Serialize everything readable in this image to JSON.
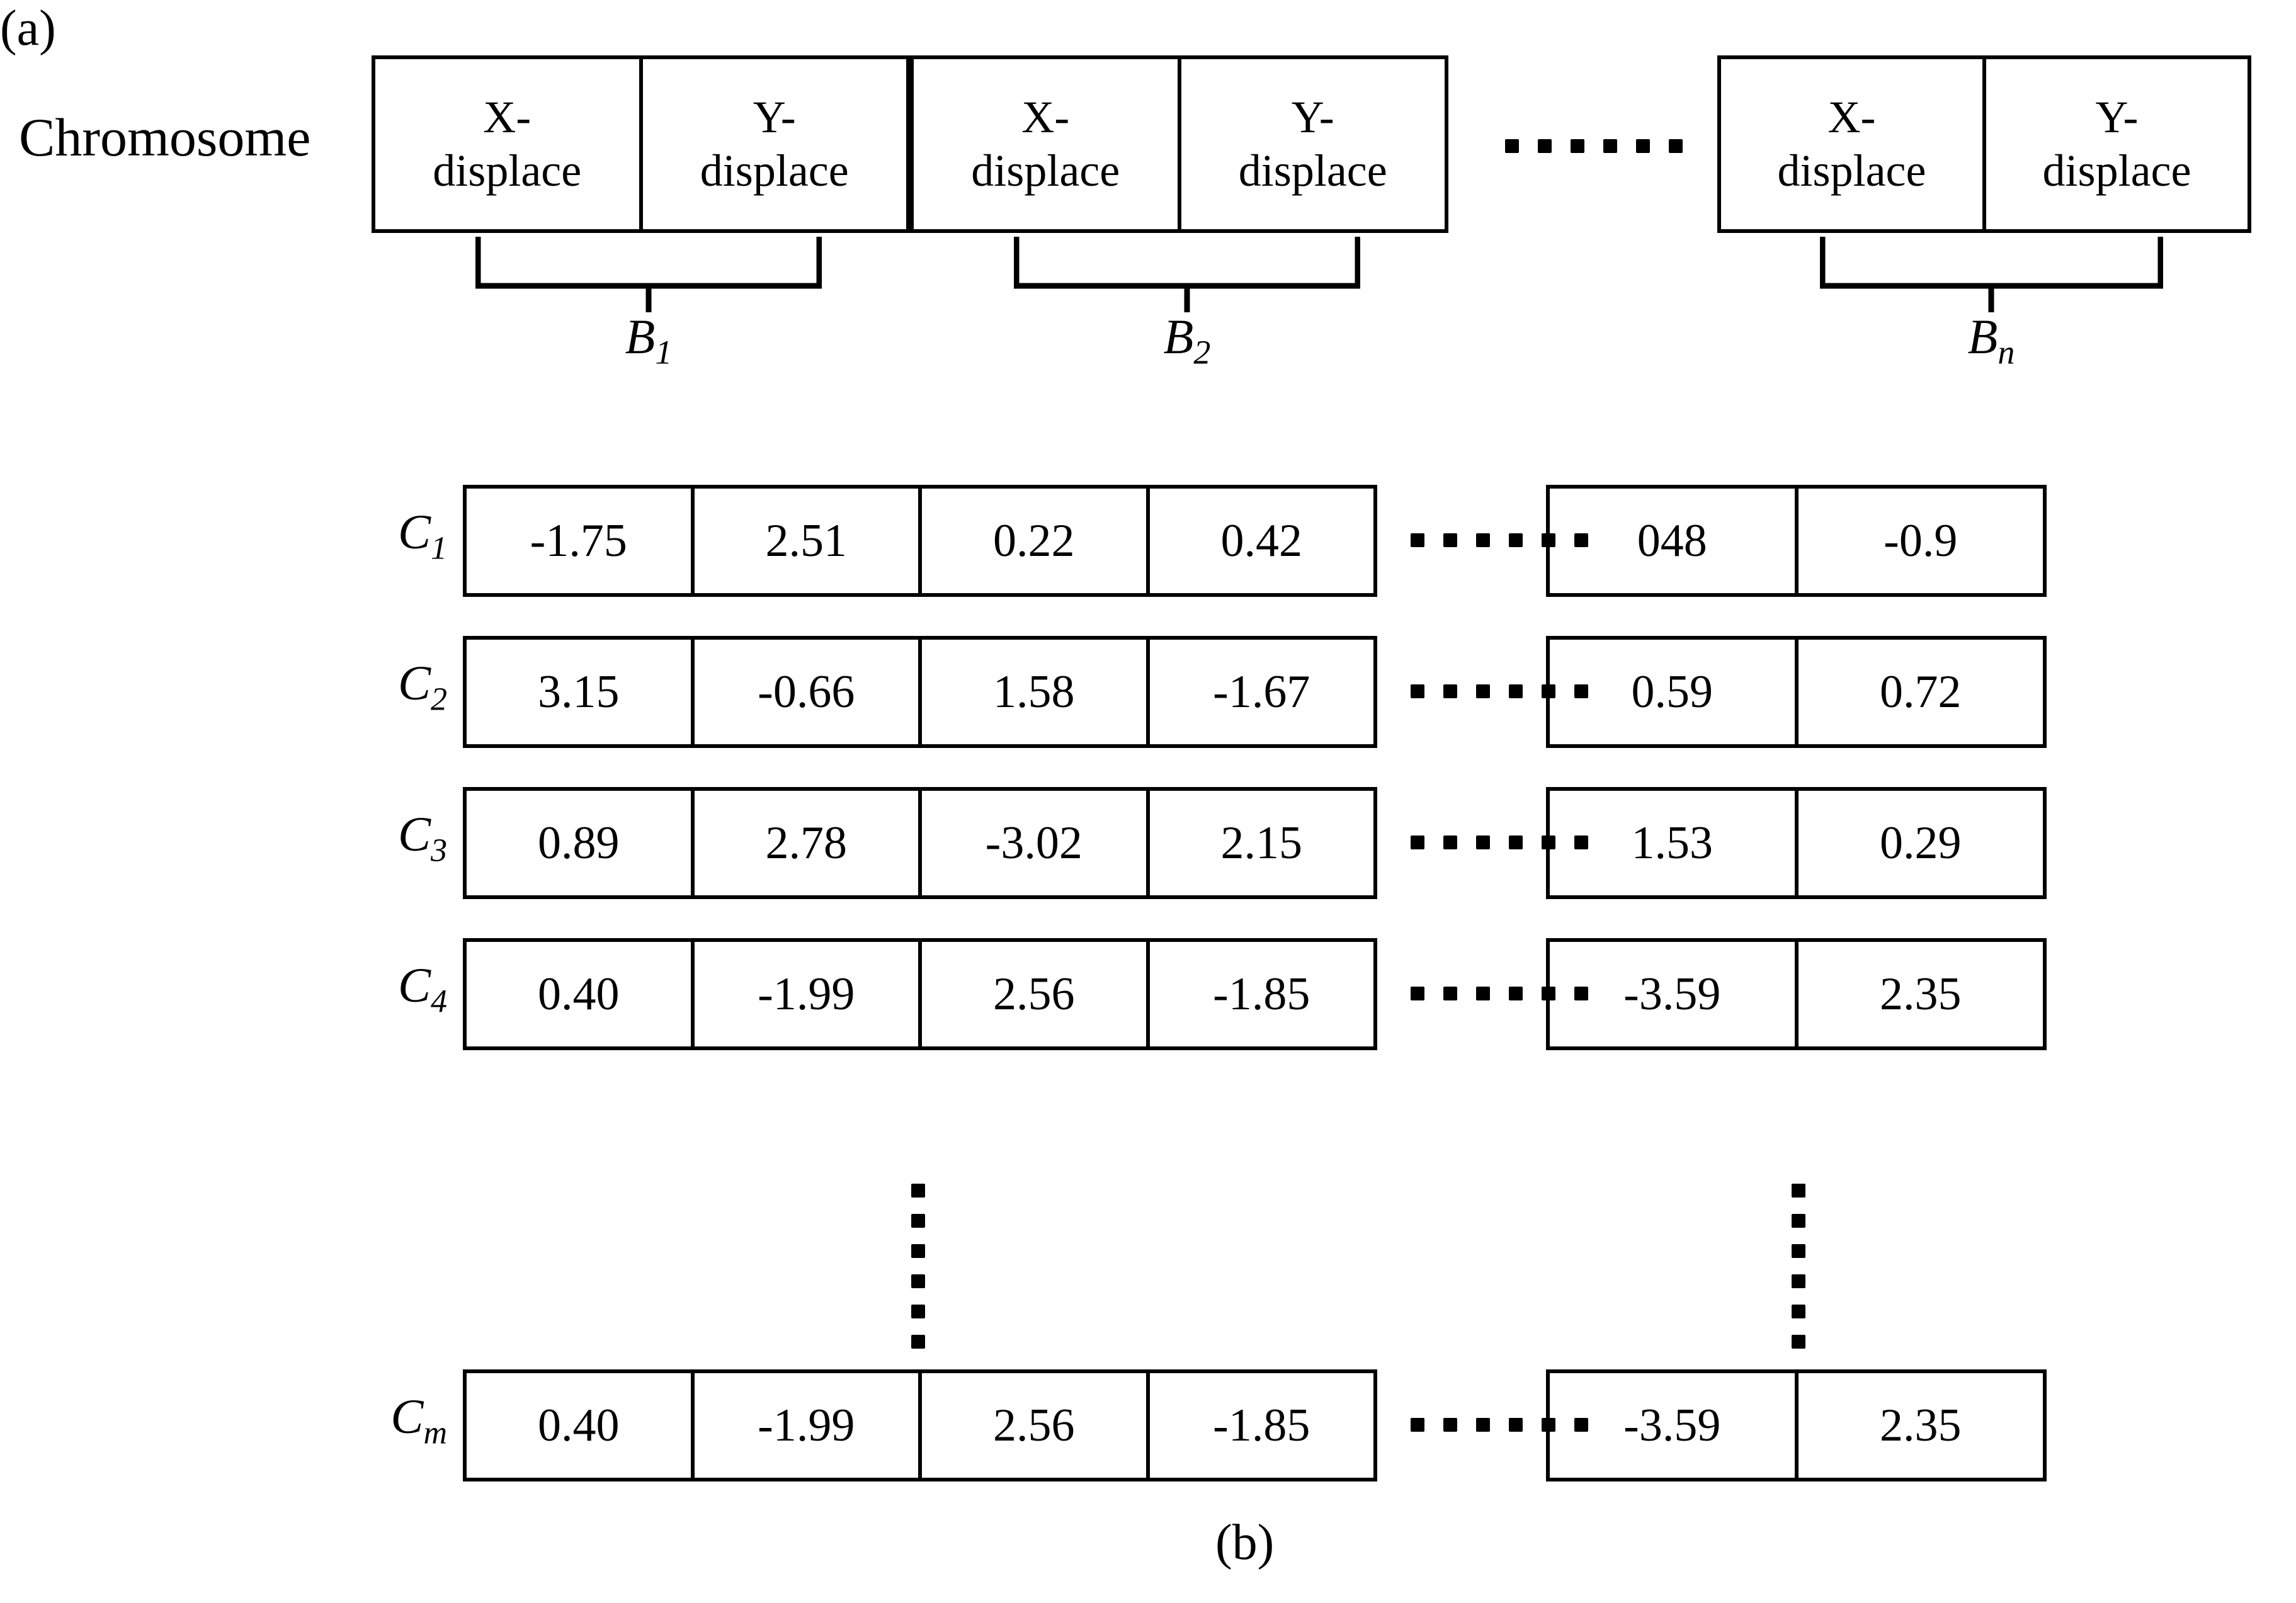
{
  "figure": {
    "chromosome_label": "Chromosome",
    "panel_a_caption": "(a)",
    "panel_b_caption": "(b)",
    "ellipsis_dot_count": 6
  },
  "panel_a": {
    "blocks": [
      {
        "brace_label": "B",
        "brace_sub": "1",
        "cells": [
          {
            "line1": "X-",
            "line2": "displace"
          },
          {
            "line1": "Y-",
            "line2": "displace"
          }
        ]
      },
      {
        "brace_label": "B",
        "brace_sub": "2",
        "cells": [
          {
            "line1": "X-",
            "line2": "displace"
          },
          {
            "line1": "Y-",
            "line2": "displace"
          }
        ]
      },
      {
        "brace_label": "B",
        "brace_sub": "n",
        "cells": [
          {
            "line1": "X-",
            "line2": "displace"
          },
          {
            "line1": "Y-",
            "line2": "displace"
          }
        ]
      }
    ]
  },
  "panel_b": {
    "rows": [
      {
        "label": "C",
        "sub": "1",
        "left_values": [
          "-1.75",
          "2.51",
          "0.22",
          "0.42"
        ],
        "right_values": [
          "048",
          "-0.9"
        ]
      },
      {
        "label": "C",
        "sub": "2",
        "left_values": [
          "3.15",
          "-0.66",
          "1.58",
          "-1.67"
        ],
        "right_values": [
          "0.59",
          "0.72"
        ]
      },
      {
        "label": "C",
        "sub": "3",
        "left_values": [
          "0.89",
          "2.78",
          "-3.02",
          "2.15"
        ],
        "right_values": [
          "1.53",
          "0.29"
        ]
      },
      {
        "label": "C",
        "sub": "4",
        "left_values": [
          "0.40",
          "-1.99",
          "2.56",
          "-1.85"
        ],
        "right_values": [
          "-3.59",
          "2.35"
        ]
      },
      {
        "label": "C",
        "sub": "m",
        "left_values": [
          "0.40",
          "-1.99",
          "2.56",
          "-1.85"
        ],
        "right_values": [
          "-3.59",
          "2.35"
        ]
      }
    ],
    "vertical_ellipsis_dot_count": 6
  },
  "colors": {
    "stroke": "#000000",
    "background": "#ffffff"
  },
  "chart_data": {
    "type": "table",
    "title": "Chromosome encoding (genetic algorithm)",
    "columns": [
      "X-displace",
      "Y-displace",
      "X-displace",
      "Y-displace",
      "...",
      "X-displace",
      "Y-displace"
    ],
    "row_labels": [
      "C1",
      "C2",
      "C3",
      "C4",
      "...",
      "Cm"
    ],
    "rows": [
      [
        "-1.75",
        "2.51",
        "0.22",
        "0.42",
        "......",
        "048",
        "-0.9"
      ],
      [
        "3.15",
        "-0.66",
        "1.58",
        "-1.67",
        "......",
        "0.59",
        "0.72"
      ],
      [
        "0.89",
        "2.78",
        "-3.02",
        "2.15",
        "......",
        "1.53",
        "0.29"
      ],
      [
        "0.40",
        "-1.99",
        "2.56",
        "-1.85",
        "......",
        "-3.59",
        "2.35"
      ],
      [
        "0.40",
        "-1.99",
        "2.56",
        "-1.85",
        "......",
        "-3.59",
        "2.35"
      ]
    ],
    "block_labels": [
      "B1",
      "B2",
      "Bn"
    ]
  }
}
